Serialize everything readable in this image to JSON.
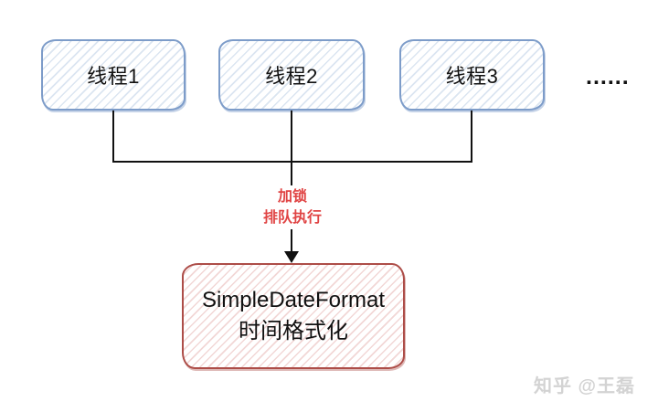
{
  "diagram": {
    "threads": [
      {
        "label": "线程1"
      },
      {
        "label": "线程2"
      },
      {
        "label": "线程3"
      }
    ],
    "ellipsis": "......",
    "arrow_label": {
      "line1": "加锁",
      "line2": "排队执行"
    },
    "target_box": {
      "line1": "SimpleDateFormat",
      "line2": "时间格式化"
    },
    "colors": {
      "thread_border": "#7d9cc9",
      "thread_hatch": "#dbe5f1",
      "target_border": "#ad4d48",
      "target_hatch": "#f2d7d6",
      "arrow_label_text": "#e04444",
      "connector": "#111111",
      "box_text": "#111111",
      "watermark": "#d3d3d3"
    }
  },
  "watermark": {
    "text": "知乎 @王磊"
  }
}
